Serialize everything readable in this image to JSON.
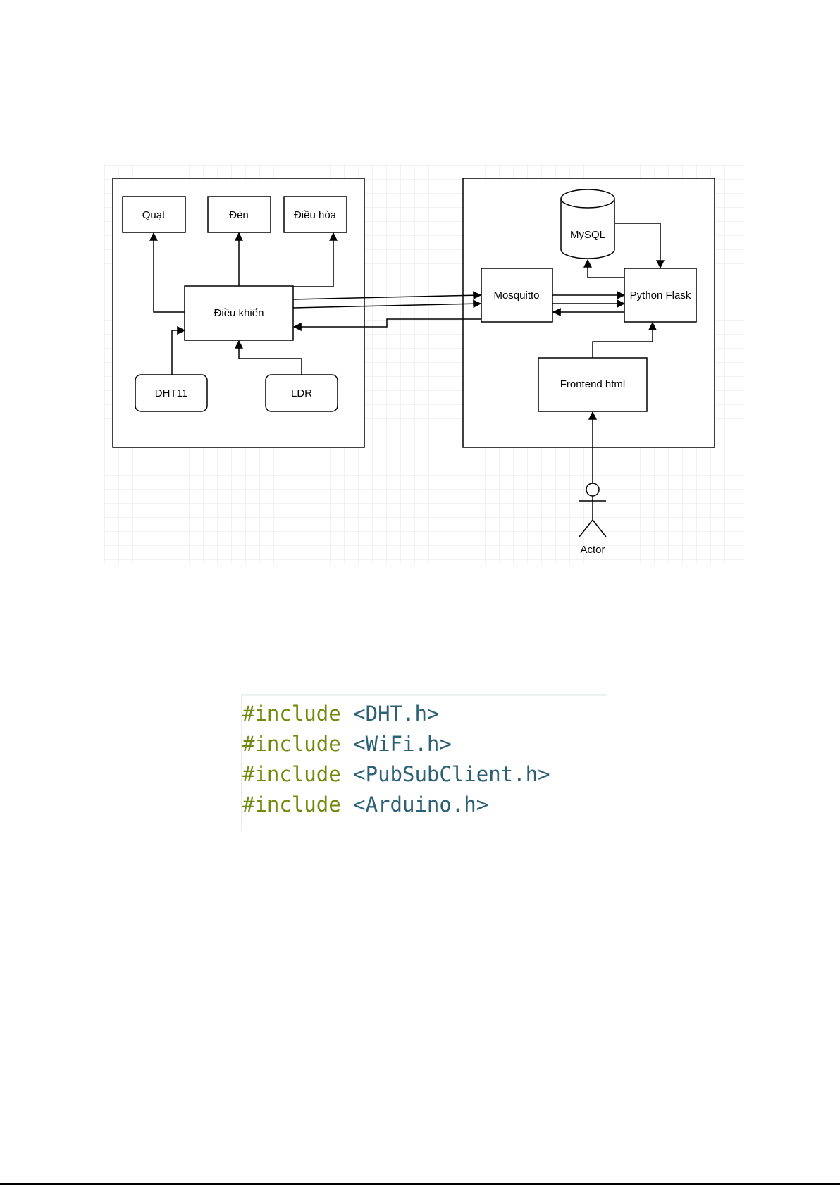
{
  "diagram": {
    "device_nodes": {
      "quat": "Quạt",
      "den": "Đèn",
      "dieu_hoa": "Điều hòa",
      "dieu_khien": "Điều khiển",
      "dht11": "DHT11",
      "ldr": "LDR"
    },
    "server_nodes": {
      "mysql": "MySQL",
      "mosquitto": "Mosquitto",
      "python_flask": "Python Flask",
      "frontend": "Frontend html"
    },
    "actor": "Actor"
  },
  "code": {
    "lines": [
      {
        "directive": "#include",
        "header": "<DHT.h>"
      },
      {
        "directive": "#include",
        "header": "<WiFi.h>"
      },
      {
        "directive": "#include",
        "header": "<PubSubClient.h>"
      },
      {
        "directive": "#include",
        "header": "<Arduino.h>"
      }
    ]
  }
}
